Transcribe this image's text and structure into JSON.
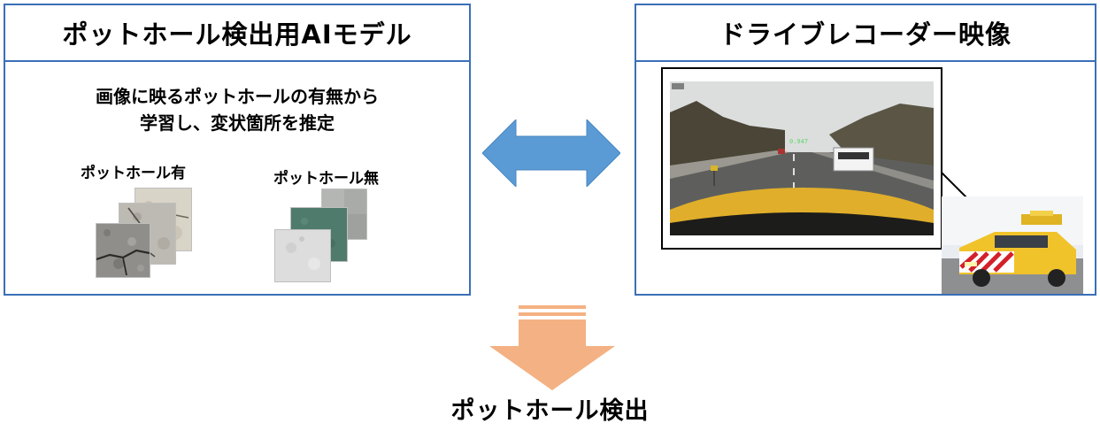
{
  "left_panel": {
    "title": "ポットホール検出用AIモデル",
    "description_line1": "画像に映るポットホールの有無から",
    "description_line2": "学習し、変状箇所を推定",
    "with_pothole_label": "ポットホール有",
    "without_pothole_label": "ポットホール無"
  },
  "right_panel": {
    "title": "ドライブレコーダー映像"
  },
  "result": {
    "label": "ポットホール検出"
  },
  "colors": {
    "panel_border": "#3a6fb7",
    "double_arrow": "#5b9bd5",
    "down_arrow": "#f4b183"
  }
}
